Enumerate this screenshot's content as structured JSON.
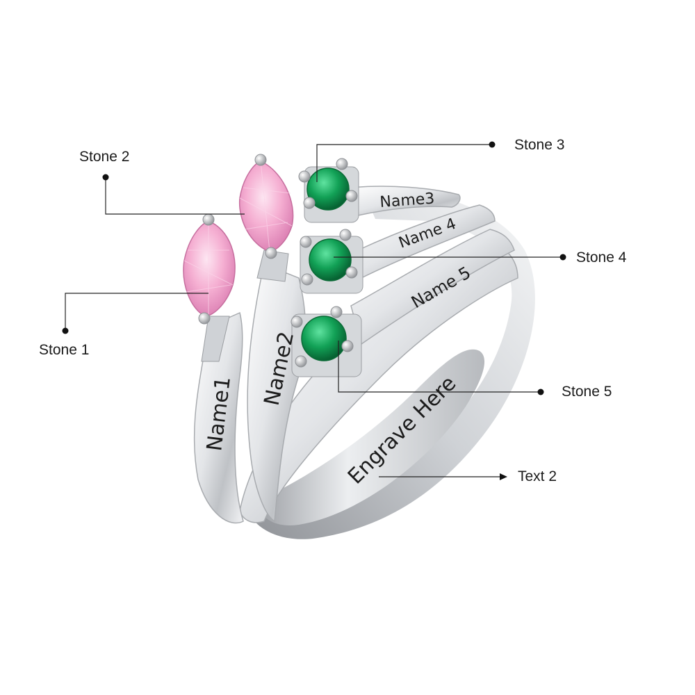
{
  "callouts": {
    "stone1": "Stone 1",
    "stone2": "Stone 2",
    "stone3": "Stone 3",
    "stone4": "Stone 4",
    "stone5": "Stone 5",
    "text2": "Text 2"
  },
  "engravings": {
    "name1": "Name1",
    "name2": "Name2",
    "name3": "Name3",
    "name4": "Name 4",
    "name5": "Name 5",
    "inner": "Engrave Here"
  },
  "stones": [
    {
      "id": "stone-1",
      "shape": "marquise",
      "color": "#f4a9cf"
    },
    {
      "id": "stone-2",
      "shape": "marquise",
      "color": "#f7b6d8"
    },
    {
      "id": "stone-3",
      "shape": "round",
      "color": "#149a4f"
    },
    {
      "id": "stone-4",
      "shape": "round",
      "color": "#149a4f"
    },
    {
      "id": "stone-5",
      "shape": "round",
      "color": "#149a4f"
    }
  ],
  "colors": {
    "metal": "#d9dbde",
    "metal_highlight": "#ffffff",
    "metal_shadow": "#9a9da1",
    "callout_line": "#222222"
  }
}
